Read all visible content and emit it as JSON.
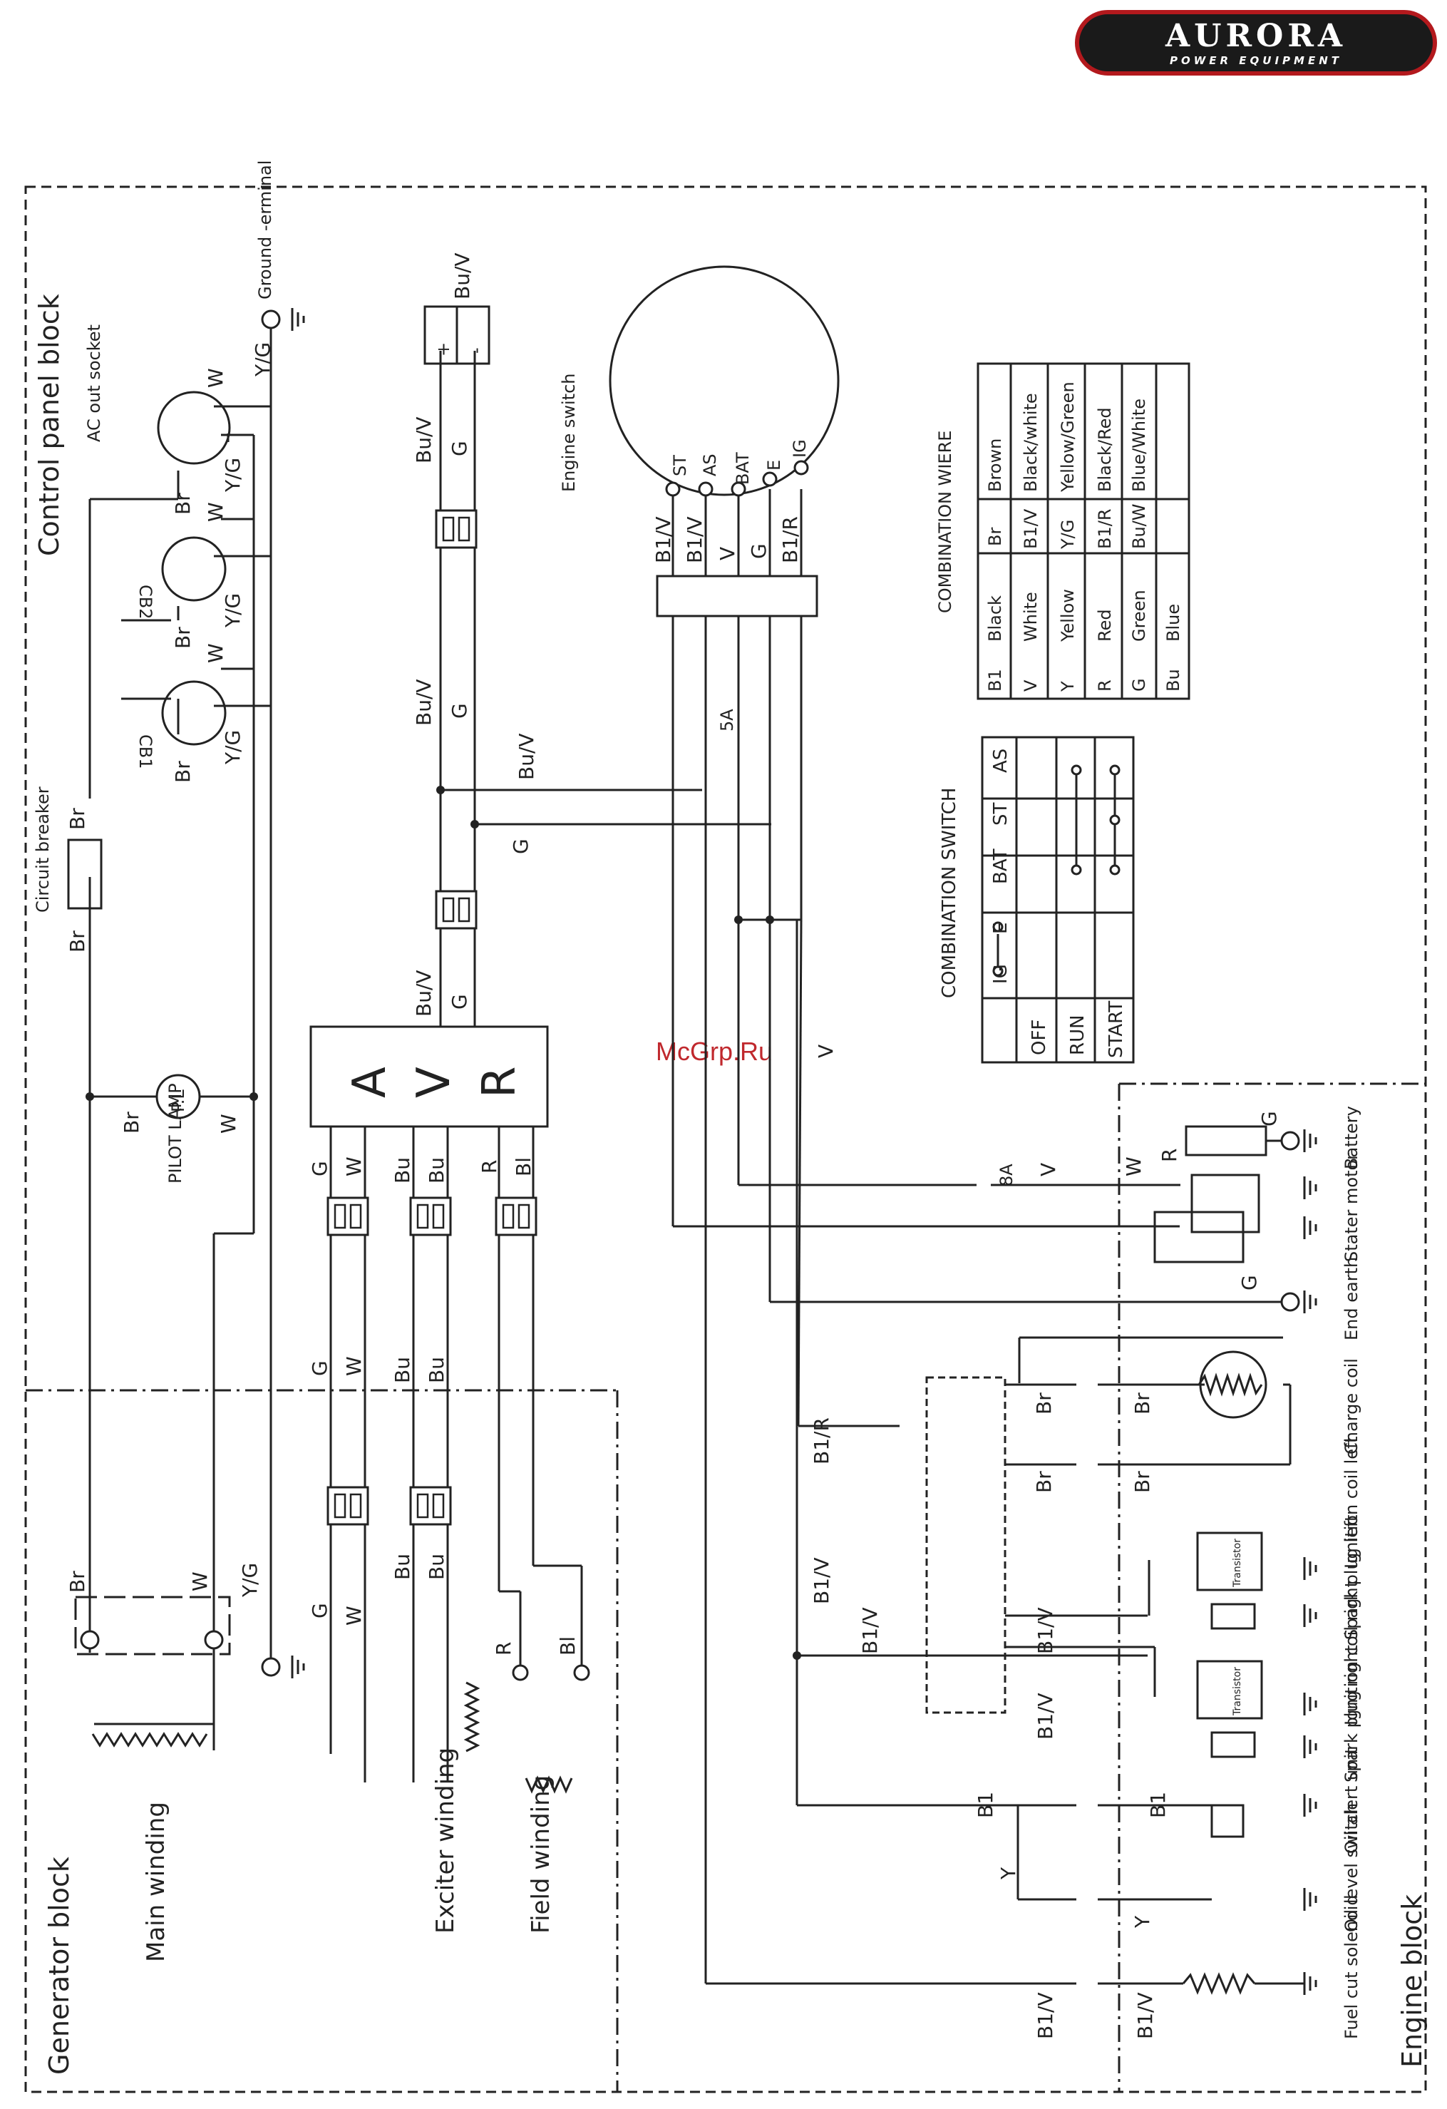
{
  "header": {
    "brand": "AURORA",
    "brand_sub": "POWER EQUIPMENT",
    "watermark": "McGrp.Ru"
  },
  "blocks": {
    "control_panel": "Control panel block",
    "generator": "Generator block",
    "engine": "Engine block"
  },
  "components": {
    "ac_socket": "AC out socket",
    "ground_terminal": "Ground -erminal",
    "engine_switch": "Engine switch",
    "circuit_breaker": "Circuit breaker",
    "pilot_lamp": "PILOT LAMP",
    "pilot_lamp_symbol": "P.L",
    "cb1": "CB1",
    "cb2": "CB2",
    "avr": [
      "A",
      "V",
      "R"
    ],
    "main_winding": "Main winding",
    "exciter_winding": "Exciter winding",
    "field_winding": "Field winding",
    "battery": "Battery",
    "starter_motor": "Stater motor",
    "end_earth": "End earth",
    "charge_coil": "Charge coil",
    "ignition_coil_left": "Ignition coil left",
    "spark_plug_left": "Spark plug left",
    "ignition_coil_right": "Ignition coil right",
    "spark_plug_right": "Spark plug right",
    "oil_alert_unit": "Oil alert unit",
    "oil_level_switch": "Oil level switch",
    "fuel_cut_solenoid": "Fuel cut solenoid",
    "transistor": "Transistor",
    "fuse_5a": "5A",
    "fuse_8a": "8A",
    "plus": "+",
    "minus": "-",
    "switch_terminals": [
      "ST",
      "AS",
      "BAT",
      "E",
      "IG"
    ]
  },
  "wire_labels": {
    "br": "Br",
    "w": "W",
    "yg": "Y/G",
    "g": "G",
    "bu": "Bu",
    "buw": "Bu/V",
    "r": "R",
    "bl": "Bl",
    "b1": "B1",
    "b1v": "B1/V",
    "b1r": "B1/R",
    "v": "V",
    "y": "Y"
  },
  "combination_switch": {
    "title": "COMBINATION SWITCH",
    "columns": [
      "IG",
      "E",
      "BAT",
      "ST",
      "AS"
    ],
    "rows": [
      "OFF",
      "RUN",
      "START"
    ]
  },
  "combination_wire": {
    "title": "COMBINATION WIERE",
    "pairs": [
      [
        "B1",
        "Black",
        "Br",
        "Brown"
      ],
      [
        "V",
        "White",
        "B1/V",
        "Black/white"
      ],
      [
        "Y",
        "Yellow",
        "Y/G",
        "Yellow/Green"
      ],
      [
        "R",
        "Red",
        "B1/R",
        "Black/Red"
      ],
      [
        "G",
        "Green",
        "Bu/W",
        "Blue/White"
      ],
      [
        "Bu",
        "Blue",
        "",
        ""
      ]
    ]
  }
}
